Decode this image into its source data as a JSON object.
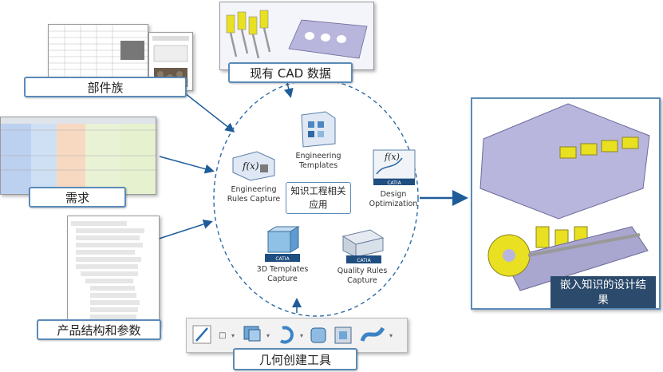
{
  "labels": {
    "part_family": "部件族",
    "existing_cad": "现有 CAD 数据",
    "requirements": "需求",
    "product_structure": "产品结构和参数",
    "geometry_tools": "几何创建工具",
    "embedded_result": "嵌入知识的设计结果",
    "center_label": "知识工程相关应用"
  },
  "center_items": {
    "engineering_templates": "Engineering Templates",
    "engineering_rules": "Engineering Rules Capture",
    "design_optimization": "Design Optimization",
    "templates_3d": "3D Templates Capture",
    "quality_rules": "Quality Rules Capture"
  },
  "badges": {
    "catia": "CATIA"
  },
  "colors": {
    "frame_blue": "#5b8bb8",
    "arrow_blue": "#1f5c99",
    "circle_dash": "#2e6aa6",
    "engine_body": "#b9b6dd",
    "engine_accent": "#e8e021"
  }
}
